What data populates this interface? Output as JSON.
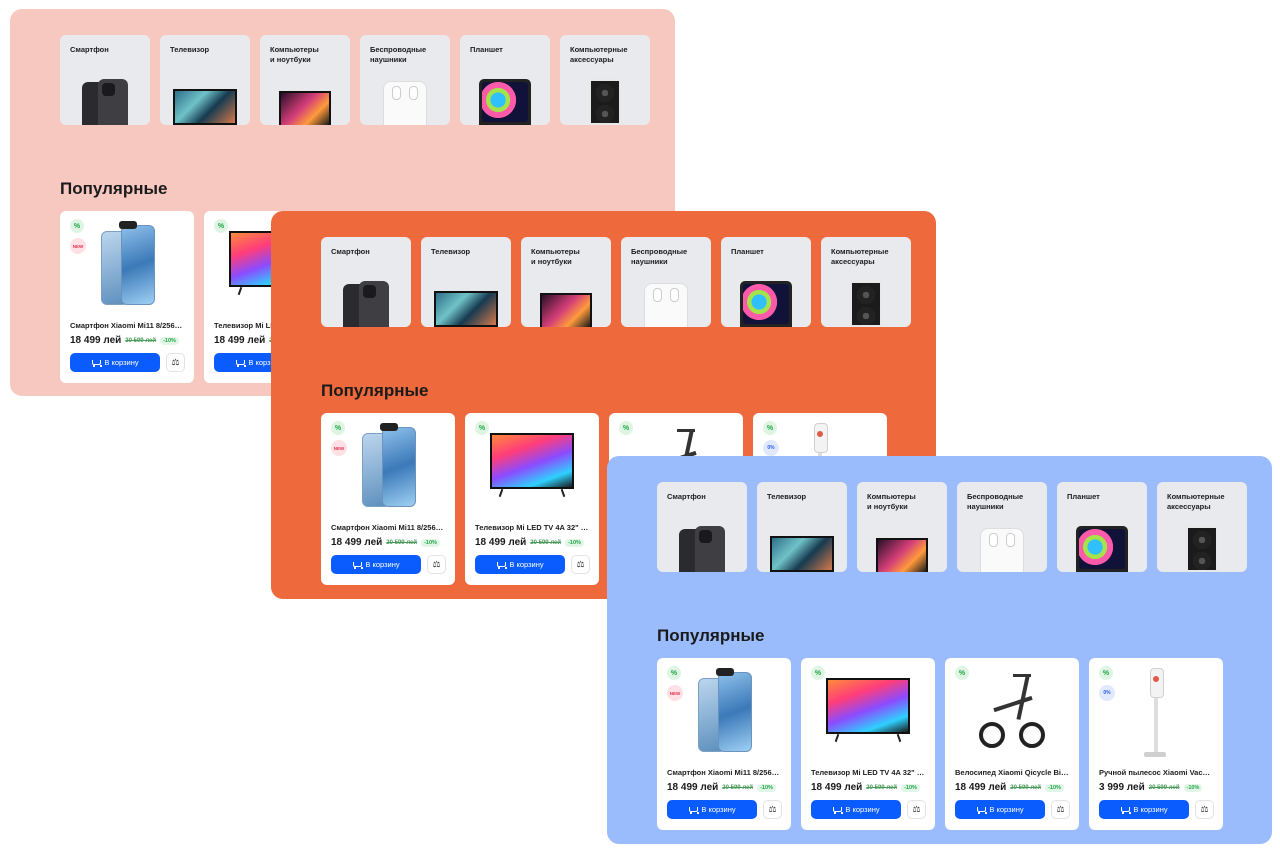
{
  "categories": [
    {
      "label": "Смартфон",
      "icon": "smartphone-image"
    },
    {
      "label": "Телевизор",
      "icon": "tv-image"
    },
    {
      "label": "Компьютеры\nи ноутбуки",
      "icon": "laptop-image"
    },
    {
      "label": "Беспроводные\nнаушники",
      "icon": "earbuds-image"
    },
    {
      "label": "Планшет",
      "icon": "tablet-image"
    },
    {
      "label": "Компьютерные\nаксессуары",
      "icon": "gpu-image"
    }
  ],
  "section_title": "Популярные",
  "badges": {
    "percent": "%",
    "new": "NEW",
    "credit": "0%"
  },
  "cart_label": "В корзину",
  "compare_icon": "⚖",
  "products": [
    {
      "name": "Смартфон Xiaomi Mi11 8/256 GB...",
      "price": "18 499 лей",
      "old_price": "20 599 лей",
      "discount": "-10%"
    },
    {
      "name": "Телевизор Mi LED TV 4A 32\" Glo...",
      "price": "18 499 лей",
      "old_price": "20 599 лей",
      "discount": "-10%"
    },
    {
      "name": "Велосипед Xiaomi Qicycle Bike Bl...",
      "price": "18 499 лей",
      "old_price": "20 599 лей",
      "discount": "-10%"
    },
    {
      "name": "Ручной пылесос Xiaomi Vacuum...",
      "price": "3 999 лей",
      "old_price": "20 599 лей",
      "discount": "-10%"
    }
  ],
  "panel_colors": [
    "#f7c8c0",
    "#ee6a3c",
    "#9bbcfc"
  ]
}
